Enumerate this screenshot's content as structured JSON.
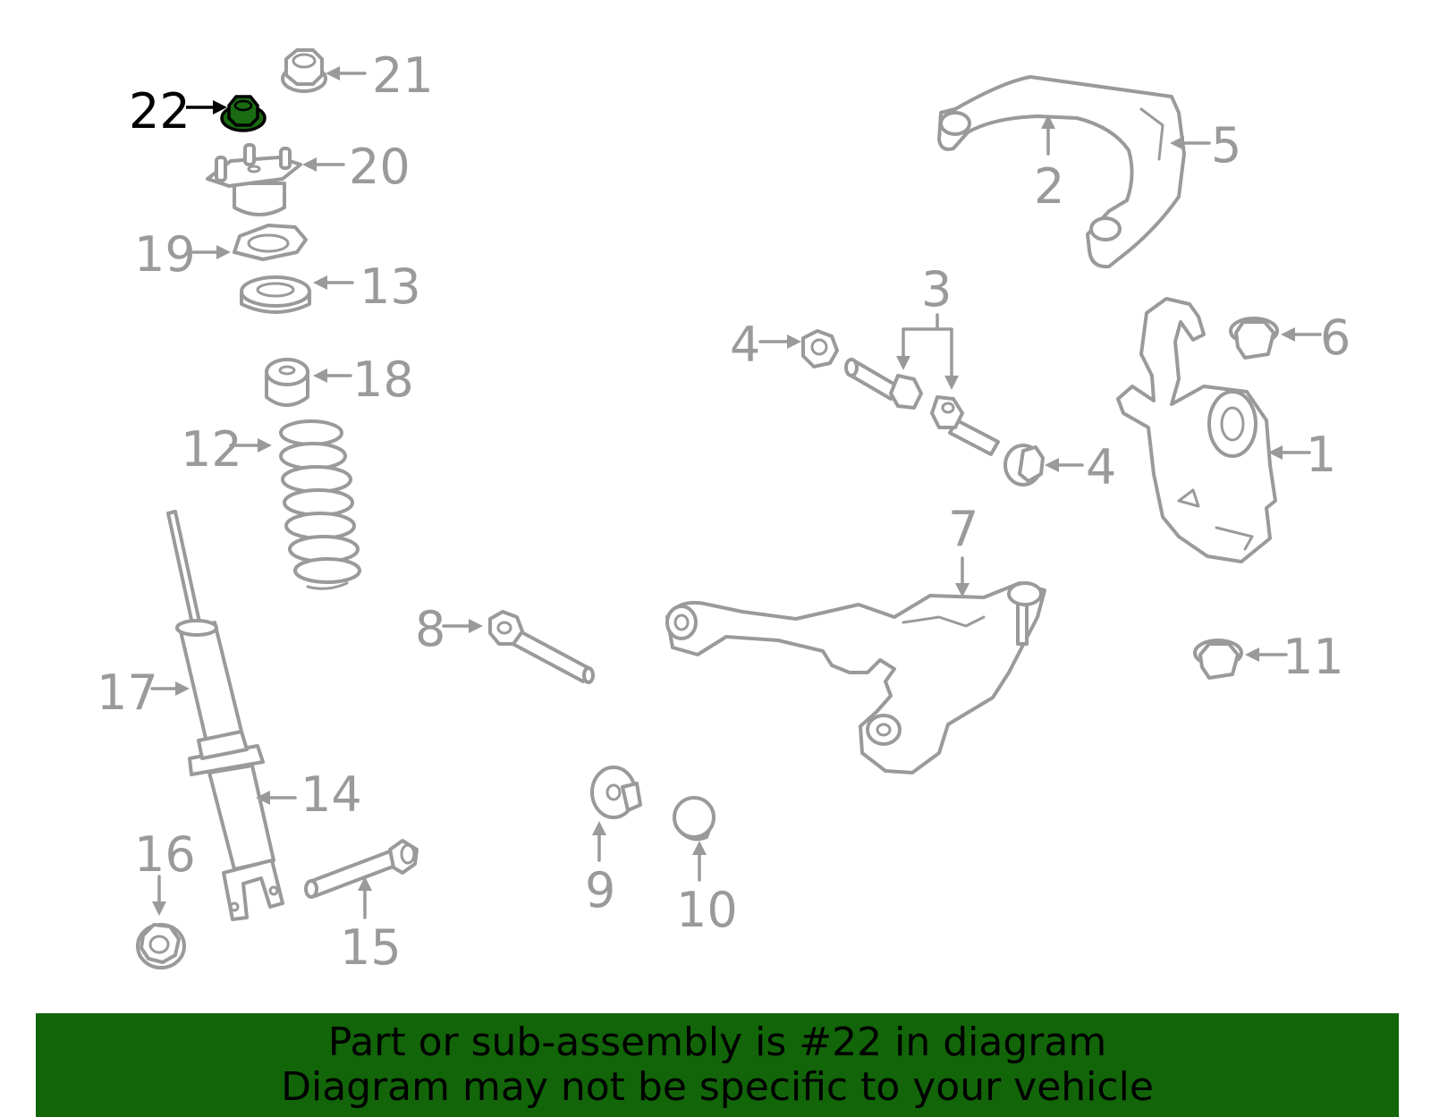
{
  "diagram": {
    "highlight_color": "#126509",
    "part_color": "#9a9a9a",
    "highlighted_part": "22",
    "labels": {
      "l1": "1",
      "l2": "2",
      "l3": "3",
      "l4a": "4",
      "l4b": "4",
      "l5": "5",
      "l6": "6",
      "l7": "7",
      "l8": "8",
      "l9": "9",
      "l10": "10",
      "l11": "11",
      "l12": "12",
      "l13": "13",
      "l14": "14",
      "l15": "15",
      "l16": "16",
      "l17": "17",
      "l18": "18",
      "l19": "19",
      "l20": "20",
      "l21": "21",
      "l22": "22"
    }
  },
  "banner": {
    "line1": "Part or sub-assembly is #22 in diagram",
    "line2": "Diagram may not be specific to your vehicle"
  }
}
